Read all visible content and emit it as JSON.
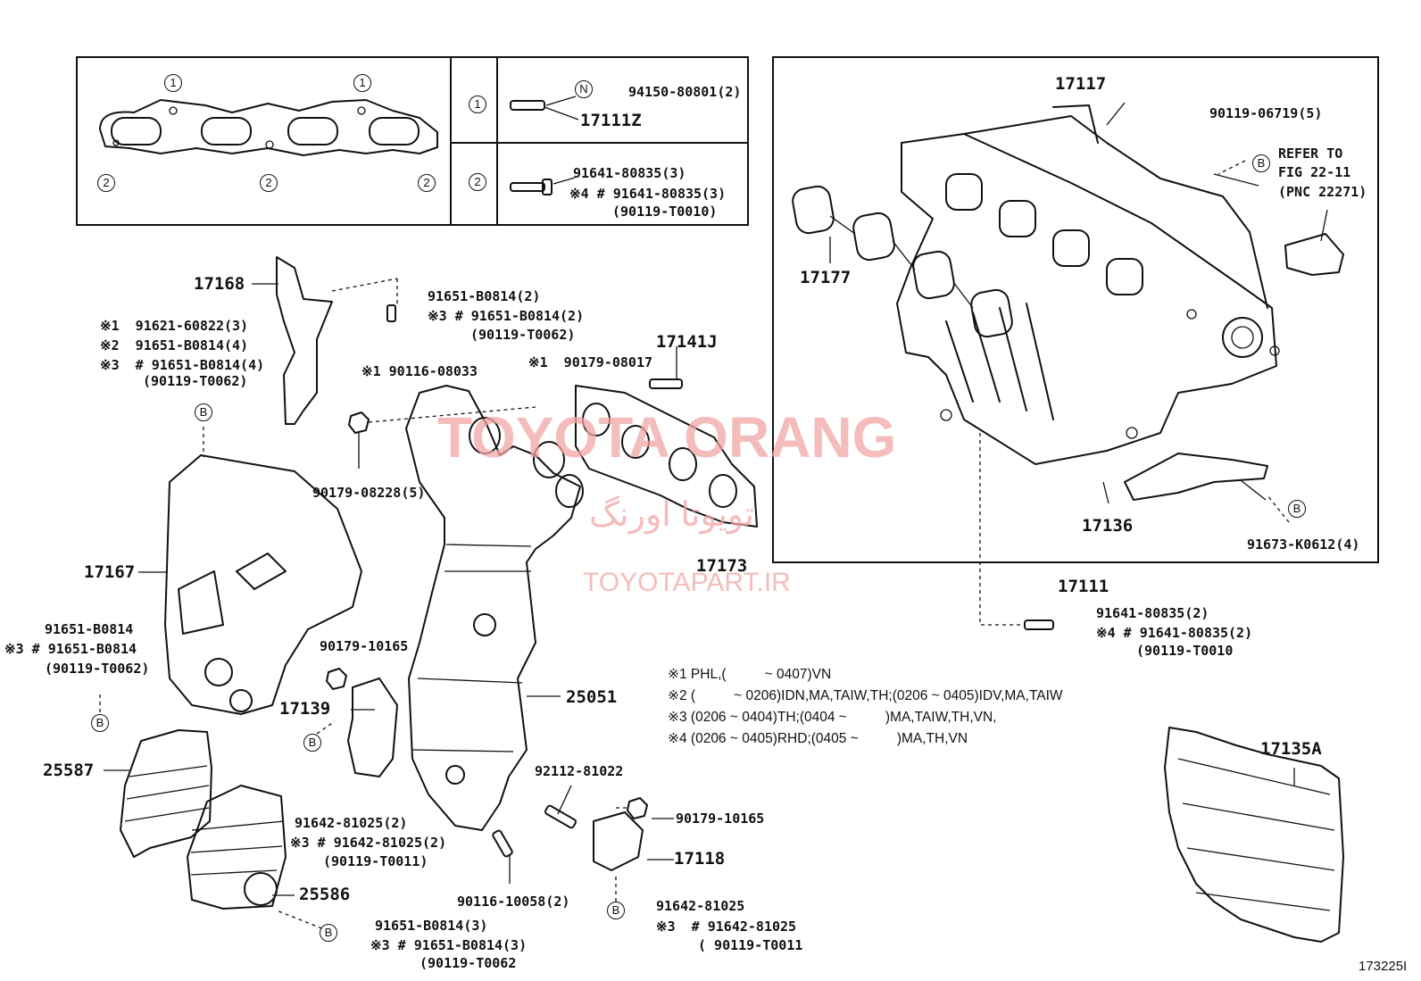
{
  "gasket_table": {
    "row1_marker": "1",
    "row2_marker": "2",
    "row1_nut_marker": "N",
    "row1_nut_part": "94150-80801(2)",
    "row1_stud_part": "17111Z",
    "row2_bolt_part": "91641-80835(3)",
    "row2_alt_part": "※4 # 91641-80835(3)",
    "row2_alt_ref": "(90119-T0010)",
    "gasket_markers": [
      "1",
      "1",
      "2",
      "2",
      "2"
    ]
  },
  "left_assembly": {
    "p17168": "17168",
    "p91651_a1": "91651-B0814(2)",
    "p91651_a2": "※3 # 91651-B0814(2)",
    "p91651_a3": "(90119-T0062)",
    "notes_left_1": "※1  91621-60822(3)",
    "notes_left_2": "※2  91651-B0814(4)",
    "notes_left_3": "※3  # 91651-B0814(4)",
    "notes_left_4": "(90119-T0062)",
    "p90116_08033": "※1 90116-08033",
    "p90179_08017": "※1  90179-08017",
    "p17141j": "17141J",
    "p90179_08228": "90179-08228(5)",
    "p17167": "17167",
    "p17173": "17173",
    "p91651_b1": "91651-B0814",
    "p91651_b2": "※3 # 91651-B0814",
    "p91651_b3": "(90119-T0062)",
    "p90179_10165a": "90179-10165",
    "p17139": "17139",
    "p25051": "25051",
    "p25587": "25587",
    "p92112": "92112-81022",
    "p90179_10165b": "90179-10165",
    "p17118": "17118",
    "p91642_a1": "91642-81025(2)",
    "p91642_a2": "※3 # 91642-81025(2)",
    "p91642_a3": "(90119-T0011)",
    "p25586": "25586",
    "p90116_10058": "90116-10058(2)",
    "p91642_b1": "91642-81025",
    "p91642_b2": "※3  # 91642-81025",
    "p91642_b3": "( 90119-T0011",
    "p91651_c1": "91651-B0814(3)",
    "p91651_c2": "※3 # 91651-B0814(3)",
    "p91651_c3": "(90119-T0062"
  },
  "intake_box": {
    "p17117": "17117",
    "p90119_06719": "90119-06719(5)",
    "refer_1": "REFER TO",
    "refer_2": "FIG 22-11",
    "refer_3": "(PNC 22271)",
    "p17177": "17177",
    "p17136": "17136",
    "p91673": "91673-K0612(4)",
    "p17111": "17111",
    "p91641_1": "91641-80835(2)",
    "p91641_2": "※4 # 91641-80835(2)",
    "p91641_3": "(90119-T0010"
  },
  "notes": [
    "※1 PHL,(          ~ 0407)VN",
    "※2 (          ~ 0206)IDN,MA,TAIW,TH;(0206 ~ 0405)IDV,MA,TAIW",
    "※3 (0206 ~ 0404)TH;(0404 ~          )MA,TAIW,TH,VN,",
    "※4 (0206 ~ 0405)RHD;(0405 ~          )MA,TH,VN"
  ],
  "p17135a": "17135A",
  "b_marker": "B",
  "watermark": {
    "main": "TOYOTA ORANG",
    "persian": "تویوتا اورنگ",
    "site": "TOYOTAPART.IR"
  },
  "figure_id": "173225I"
}
